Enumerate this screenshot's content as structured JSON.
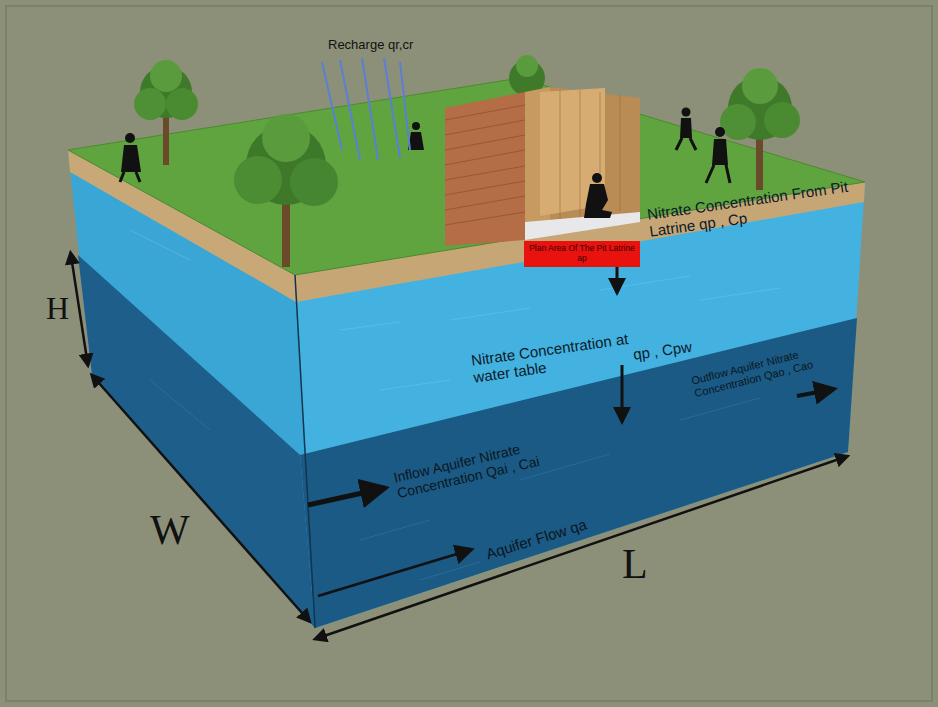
{
  "diagram": {
    "nodes": [
      {
        "text": [
          "Plan Area Of The Pit Latrine ap"
        ]
      }
    ],
    "labels": [
      "Recharge qr,cr",
      "Nitrate Concentration From Pit Latrine qp , Cp",
      "Nitrate Concentration at water table",
      "qp , Cpw",
      "Inflow Aquifer Nitrate Concentration Qai , Cai",
      "Outflow Aquifer Nitrate Concentration Qao , Cao",
      "Aquifer Flow qa",
      "H",
      "W",
      "L"
    ]
  }
}
